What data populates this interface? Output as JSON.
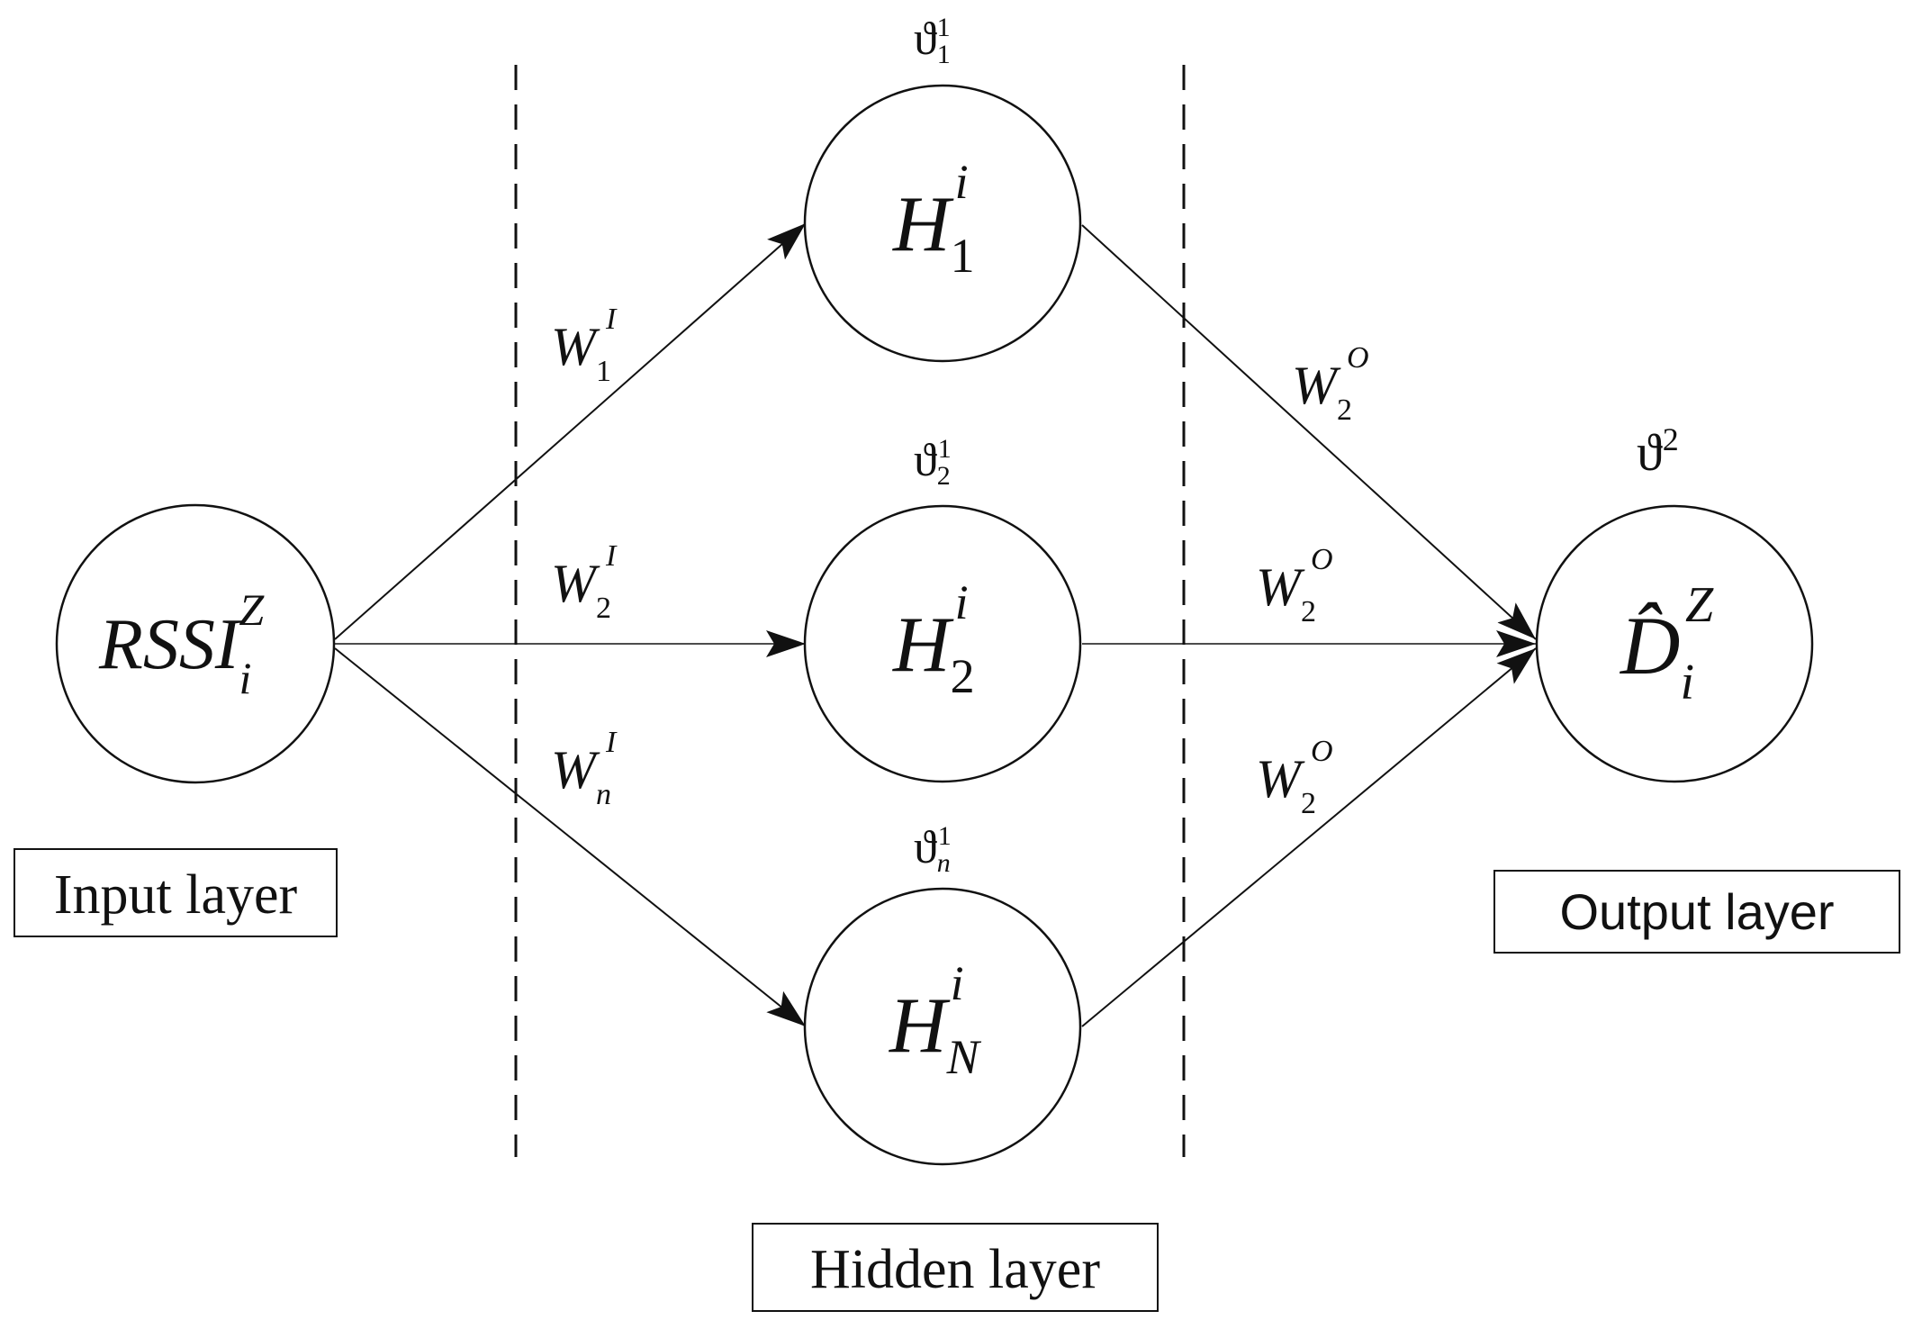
{
  "layers": {
    "input_label": "Input layer",
    "hidden_label": "Hidden layer",
    "output_label": "Output layer"
  },
  "nodes": {
    "input": {
      "base": "RSSI",
      "sub": "i",
      "sup": "Z"
    },
    "hidden": [
      {
        "base": "H",
        "sub": "1",
        "sup": "i",
        "bias_base": "ϑ",
        "bias_sub": "1",
        "bias_sup": "1"
      },
      {
        "base": "H",
        "sub": "2",
        "sup": "i",
        "bias_base": "ϑ",
        "bias_sub": "2",
        "bias_sup": "1"
      },
      {
        "base": "H",
        "sub": "N",
        "sup": "i",
        "bias_base": "ϑ",
        "bias_sub": "n",
        "bias_sup": "1"
      }
    ],
    "output": {
      "base": "D̂",
      "sub": "i",
      "sup": "Z",
      "bias_base": "ϑ",
      "bias_sup": "2"
    }
  },
  "weights": {
    "input_hidden": [
      {
        "base": "W",
        "sub": "1",
        "sup": "I"
      },
      {
        "base": "W",
        "sub": "2",
        "sup": "I"
      },
      {
        "base": "W",
        "sub": "n",
        "sup": "I"
      }
    ],
    "hidden_output": [
      {
        "base": "W",
        "sub": "2",
        "sup": "O"
      },
      {
        "base": "W",
        "sub": "2",
        "sup": "O"
      },
      {
        "base": "W",
        "sub": "2",
        "sup": "O"
      }
    ]
  },
  "colors": {
    "line": "#111111",
    "background": "#ffffff"
  }
}
